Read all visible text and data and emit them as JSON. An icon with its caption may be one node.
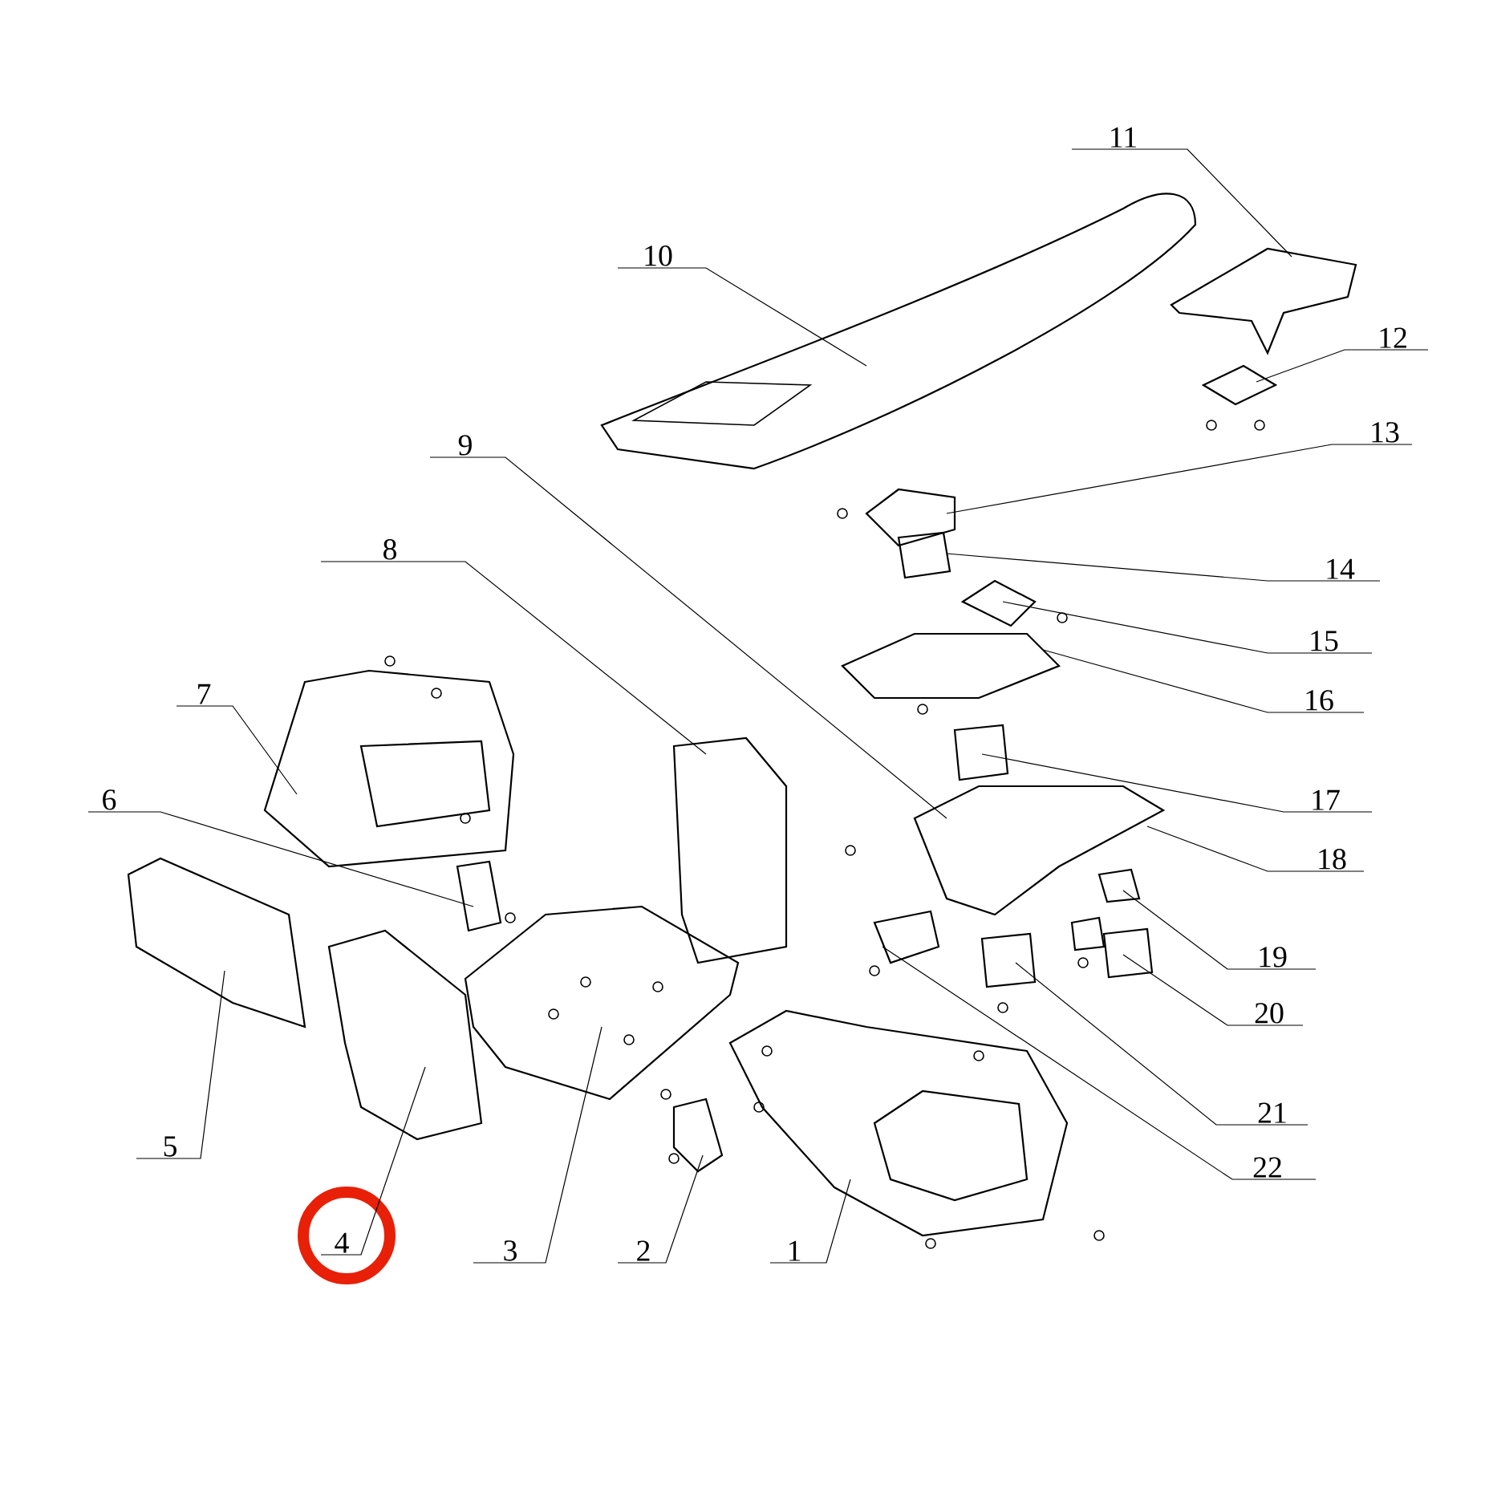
{
  "diagram": {
    "nodes": [
      {
        "text": [
          "11"
        ]
      },
      {
        "text": [
          "10"
        ]
      },
      {
        "text": [
          "12"
        ]
      },
      {
        "text": [
          "13"
        ]
      },
      {
        "text": [
          "9"
        ]
      },
      {
        "text": [
          "8"
        ]
      },
      {
        "text": [
          "14"
        ]
      },
      {
        "text": [
          "15"
        ]
      },
      {
        "text": [
          "16"
        ]
      },
      {
        "text": [
          "7"
        ]
      },
      {
        "text": [
          "17"
        ]
      },
      {
        "text": [
          "18"
        ]
      },
      {
        "text": [
          "6"
        ]
      },
      {
        "text": [
          "19"
        ]
      },
      {
        "text": [
          "20"
        ]
      },
      {
        "text": [
          "21"
        ]
      },
      {
        "text": [
          "22"
        ]
      },
      {
        "text": [
          "5"
        ]
      },
      {
        "text": [
          "4"
        ]
      },
      {
        "text": [
          "3"
        ]
      },
      {
        "text": [
          "2"
        ]
      },
      {
        "text": [
          "1"
        ]
      }
    ],
    "edges": [
      {
        "from": 0,
        "to": null,
        "arrow": "none"
      },
      {
        "from": 1,
        "to": null,
        "arrow": "none"
      },
      {
        "from": 2,
        "to": null,
        "arrow": "none"
      },
      {
        "from": 3,
        "to": null,
        "arrow": "none"
      },
      {
        "from": 4,
        "to": null,
        "arrow": "none"
      },
      {
        "from": 5,
        "to": null,
        "arrow": "none"
      },
      {
        "from": 6,
        "to": null,
        "arrow": "none"
      },
      {
        "from": 7,
        "to": null,
        "arrow": "none"
      },
      {
        "from": 8,
        "to": null,
        "arrow": "none"
      },
      {
        "from": 9,
        "to": null,
        "arrow": "none"
      },
      {
        "from": 10,
        "to": null,
        "arrow": "none"
      },
      {
        "from": 11,
        "to": null,
        "arrow": "none"
      },
      {
        "from": 12,
        "to": null,
        "arrow": "none"
      },
      {
        "from": 13,
        "to": null,
        "arrow": "none"
      },
      {
        "from": 14,
        "to": null,
        "arrow": "none"
      },
      {
        "from": 15,
        "to": null,
        "arrow": "none"
      },
      {
        "from": 16,
        "to": null,
        "arrow": "none"
      },
      {
        "from": 17,
        "to": null,
        "arrow": "none"
      },
      {
        "from": 18,
        "to": null,
        "arrow": "none"
      },
      {
        "from": 19,
        "to": null,
        "arrow": "none"
      },
      {
        "from": 20,
        "to": null,
        "arrow": "none"
      },
      {
        "from": 21,
        "to": null,
        "arrow": "none"
      }
    ]
  }
}
